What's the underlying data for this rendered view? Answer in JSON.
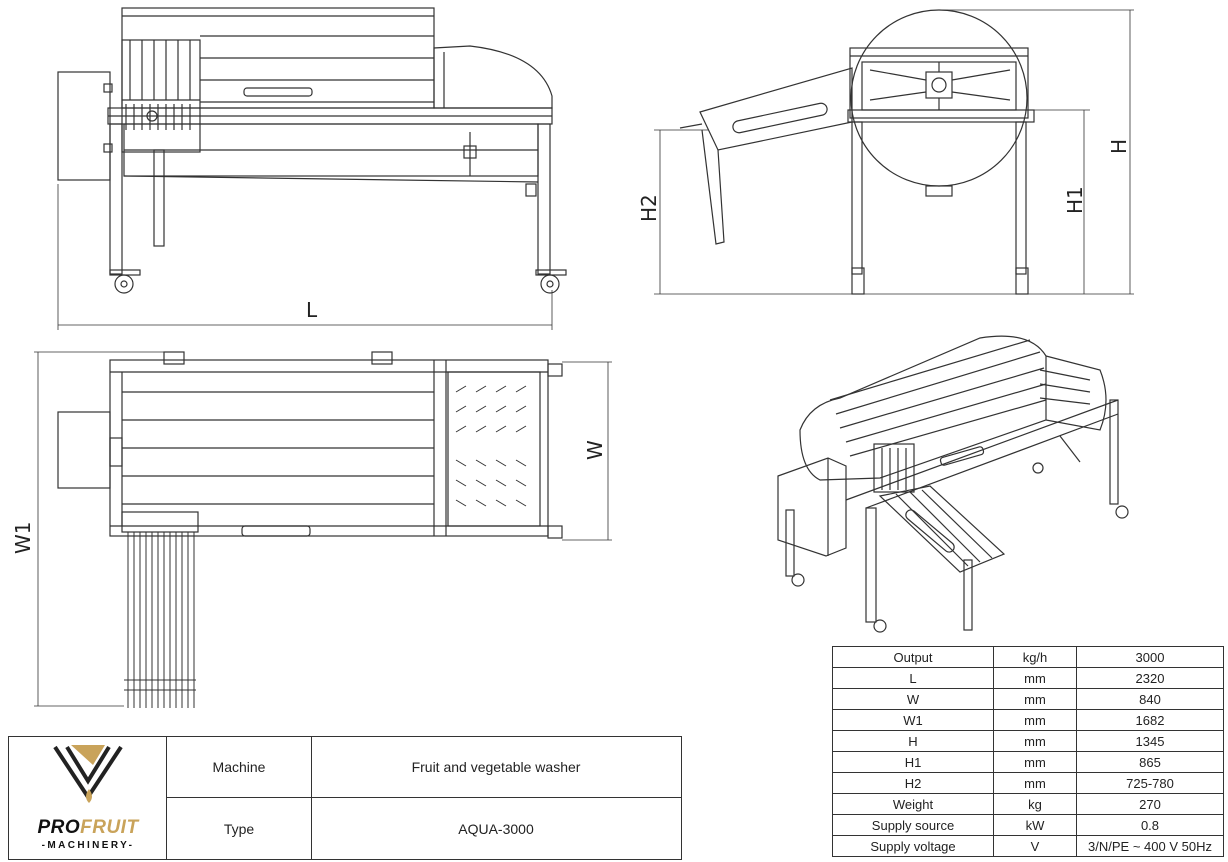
{
  "dimension_labels": {
    "L": "L",
    "W": "W",
    "W1": "W1",
    "H": "H",
    "H1": "H1",
    "H2": "H2"
  },
  "title_block": {
    "brand_prefix": "PRO",
    "brand_suffix": "FRUIT",
    "brand_sub": "-MACHINERY-",
    "rows": [
      {
        "key": "Machine",
        "value": "Fruit and vegetable washer"
      },
      {
        "key": "Type",
        "value": "AQUA-3000"
      }
    ]
  },
  "specs": [
    {
      "name": "Output",
      "unit": "kg/h",
      "value": "3000"
    },
    {
      "name": "L",
      "unit": "mm",
      "value": "2320"
    },
    {
      "name": "W",
      "unit": "mm",
      "value": "840"
    },
    {
      "name": "W1",
      "unit": "mm",
      "value": "1682"
    },
    {
      "name": "H",
      "unit": "mm",
      "value": "1345"
    },
    {
      "name": "H1",
      "unit": "mm",
      "value": "865"
    },
    {
      "name": "H2",
      "unit": "mm",
      "value": "725-780"
    },
    {
      "name": "Weight",
      "unit": "kg",
      "value": "270"
    },
    {
      "name": "Supply source",
      "unit": "kW",
      "value": "0.8"
    },
    {
      "name": "Supply voltage",
      "unit": "V",
      "value": "3/N/PE ~ 400 V 50Hz"
    }
  ],
  "colors": {
    "brand_gold": "#c9a35a",
    "line": "#333333"
  }
}
